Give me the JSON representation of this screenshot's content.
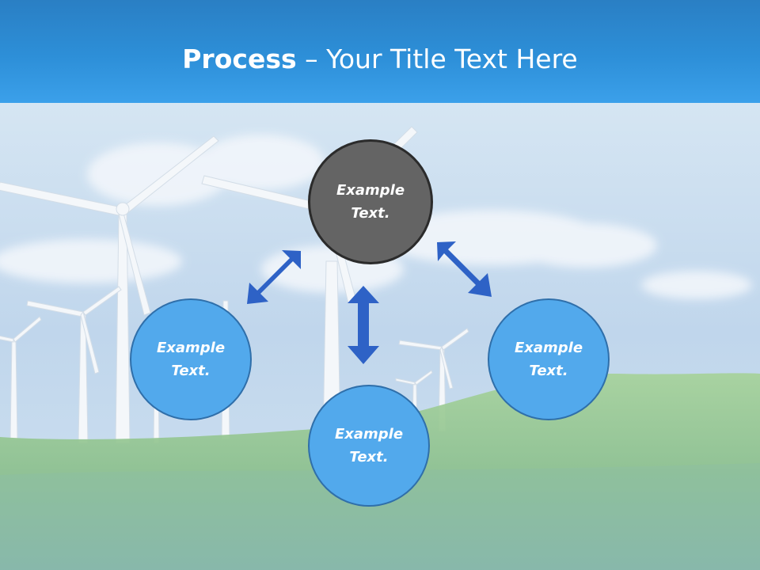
{
  "header": {
    "title_bold": "Process",
    "title_rest": " – Your Title Text Here"
  },
  "diagram": {
    "nodes": [
      {
        "label": "Example\nText.",
        "color": "#646464"
      },
      {
        "label": "Example\nText.",
        "color": "#52a9ec"
      },
      {
        "label": "Example\nText.",
        "color": "#52a9ec"
      },
      {
        "label": "Example\nText.",
        "color": "#52a9ec"
      }
    ],
    "arrow_color": "#2e62c6"
  },
  "colors": {
    "title_bar": "#2d8fd8",
    "sky": "#c9dcee",
    "grass": "#86b886"
  }
}
